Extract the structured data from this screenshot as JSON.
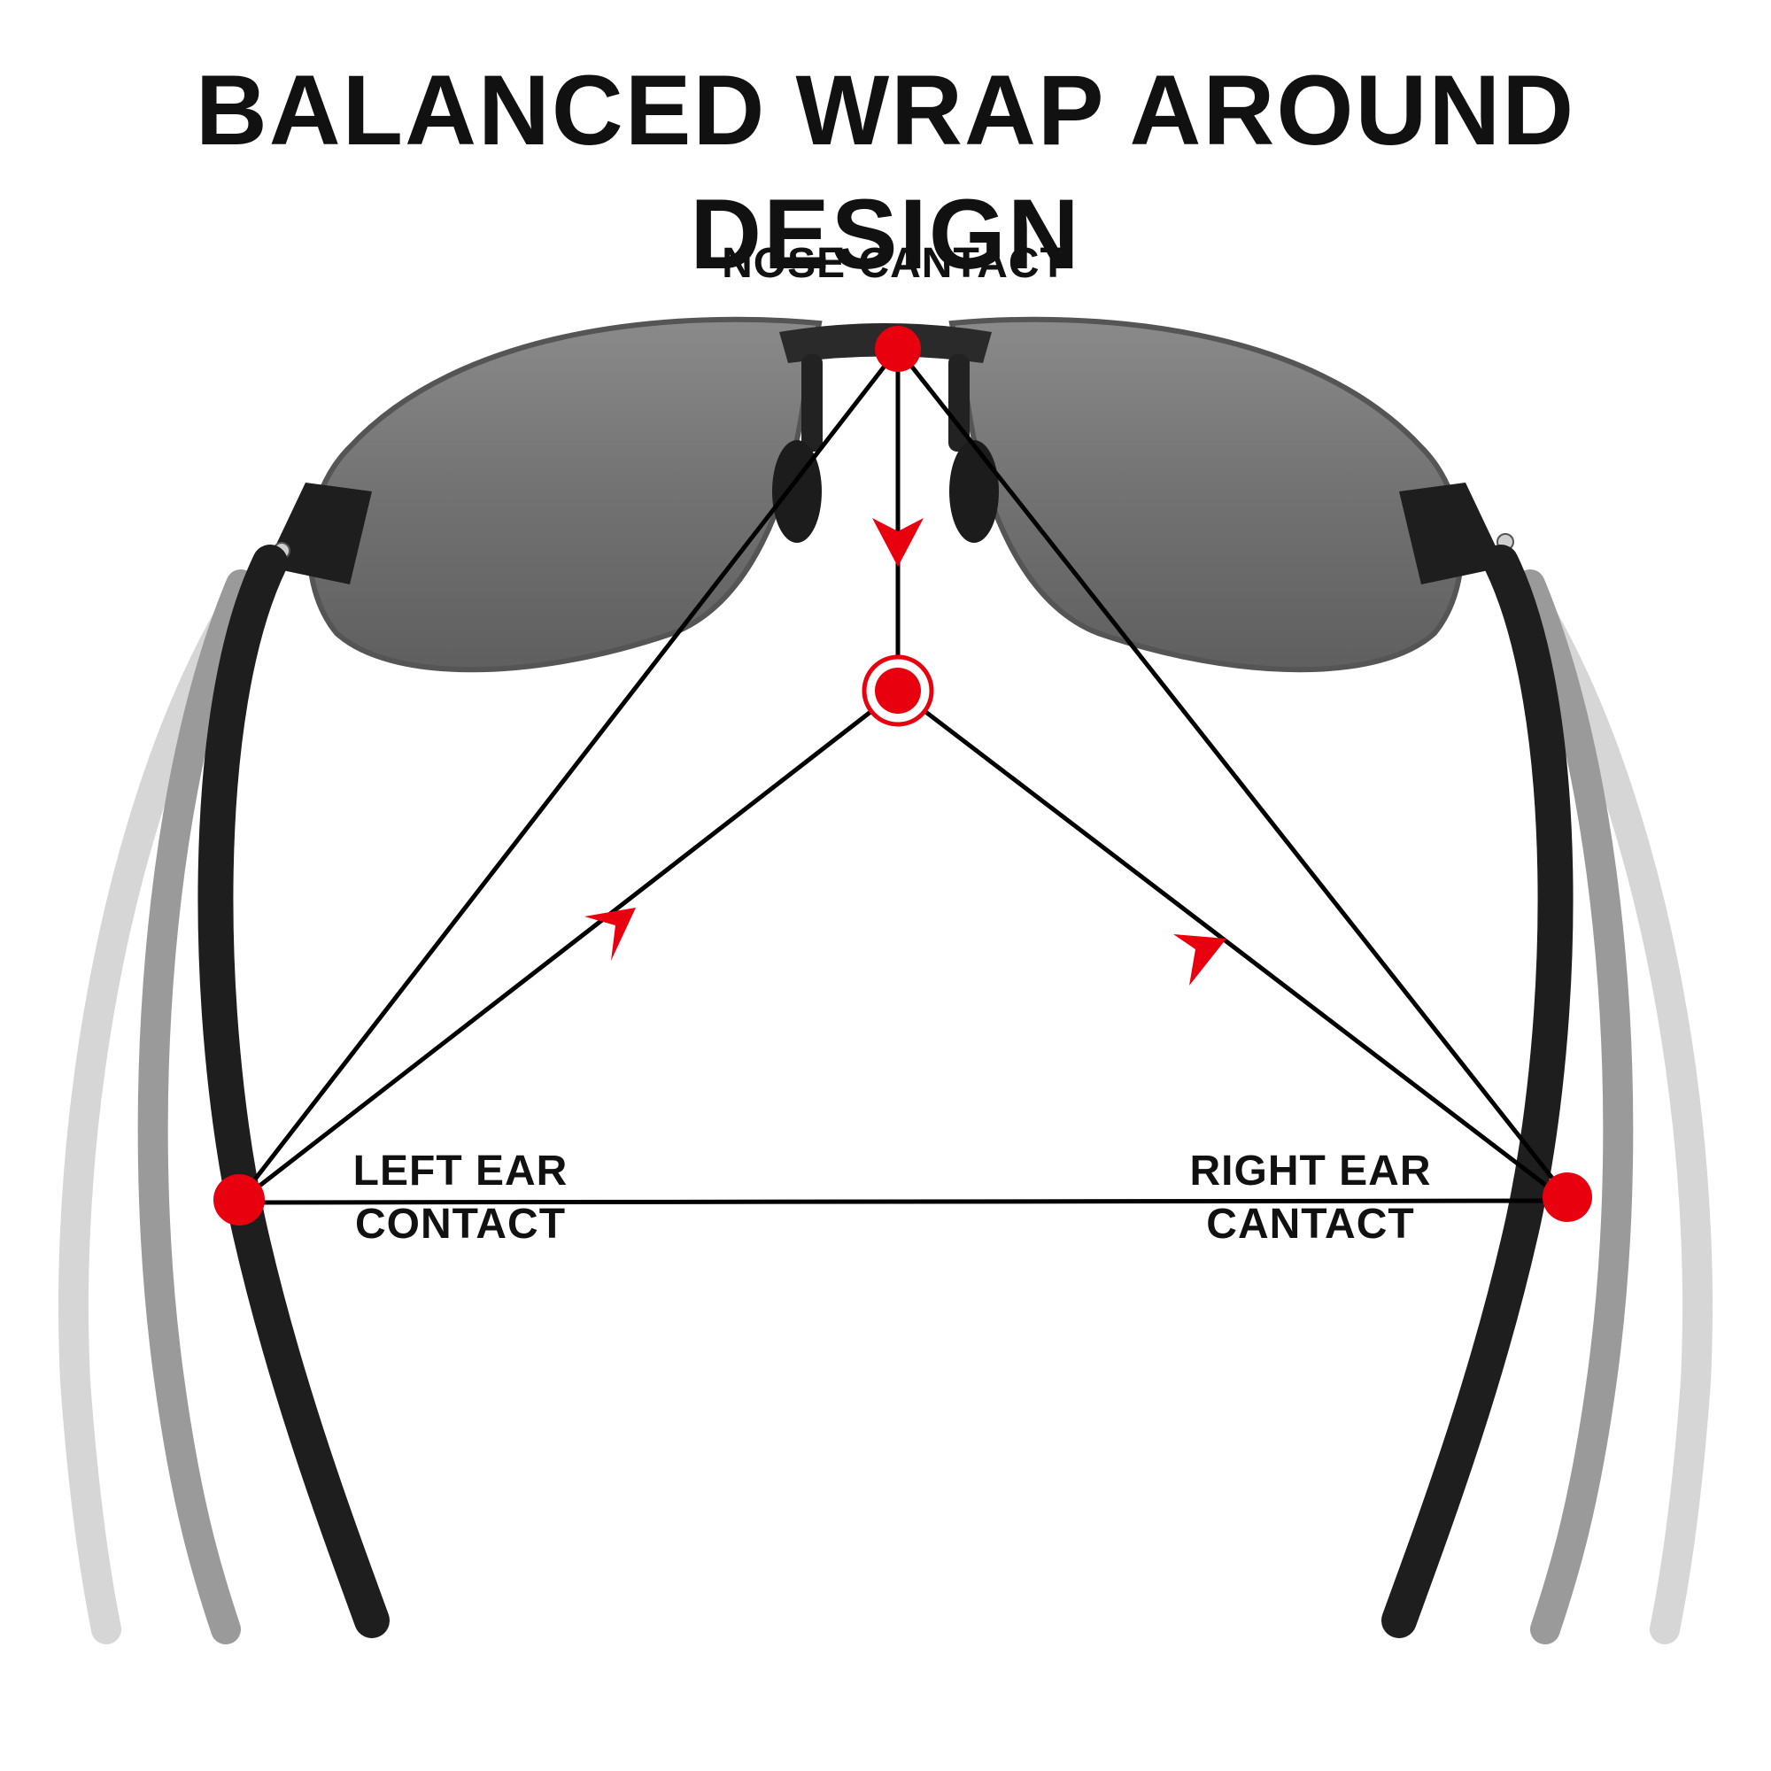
{
  "title": "BALANCED WRAP AROUND DESIGN",
  "labels": {
    "nose": "NOSE  CANTACT",
    "left_ear_line1": "LEFT EAR",
    "left_ear_line2": "CONTACT",
    "right_ear_line1": "RIGHT EAR",
    "right_ear_line2": "CANTACT"
  },
  "colors": {
    "background": "#ffffff",
    "text": "#111111",
    "contact_point": "#e8000f",
    "lines": "#000000",
    "lens": "#6e6e6e",
    "frame": "#1e1e1e"
  },
  "icons": {
    "contact_point": "red-dot-icon",
    "center_target": "target-icon",
    "direction_arrow": "arrowhead-icon"
  }
}
